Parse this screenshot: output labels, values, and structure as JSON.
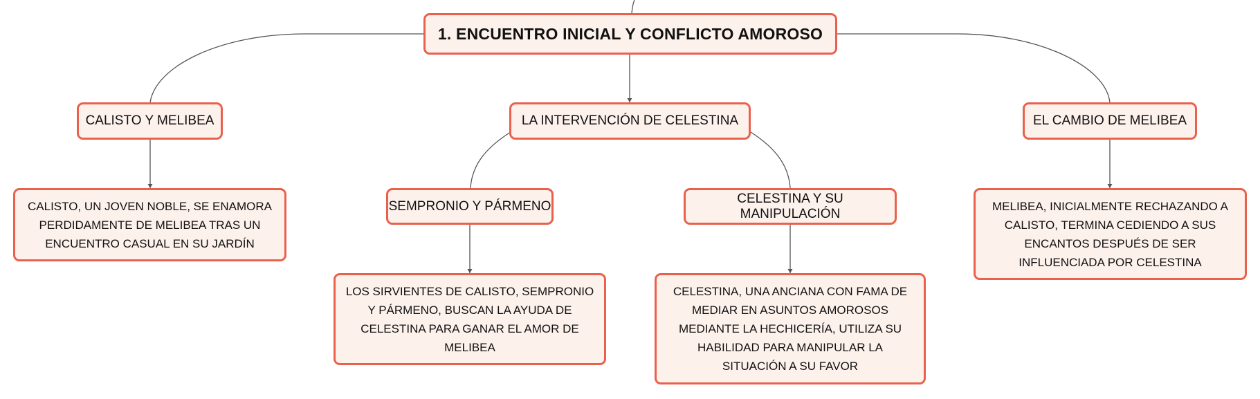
{
  "root": {
    "title": "1. ENCUENTRO INICIAL Y CONFLICTO AMOROSO"
  },
  "branches": [
    {
      "title": "CALISTO Y MELIBEA",
      "detail": "CALISTO, UN JOVEN NOBLE, SE ENAMORA PERDIDAMENTE DE MELIBEA TRAS UN ENCUENTRO CASUAL EN SU JARDÍN"
    },
    {
      "title": "LA INTERVENCIÓN DE CELESTINA",
      "children": [
        {
          "title": "SEMPRONIO Y PÁRMENO",
          "detail": "LOS SIRVIENTES DE CALISTO, SEMPRONIO Y PÁRMENO, BUSCAN LA AYUDA DE CELESTINA PARA GANAR EL AMOR DE MELIBEA"
        },
        {
          "title": "CELESTINA Y SU MANIPULACIÓN",
          "detail": "CELESTINA, UNA ANCIANA CON FAMA DE MEDIAR EN ASUNTOS AMOROSOS MEDIANTE LA HECHICERÍA, UTILIZA SU HABILIDAD PARA MANIPULAR LA SITUACIÓN A SU FAVOR"
        }
      ]
    },
    {
      "title": "EL CAMBIO DE MELIBEA",
      "detail": "MELIBEA, INICIALMENTE RECHAZANDO A CALISTO, TERMINA CEDIENDO A SUS ENCANTOS DESPUÉS DE SER INFLUENCIADA POR CELESTINA"
    }
  ]
}
